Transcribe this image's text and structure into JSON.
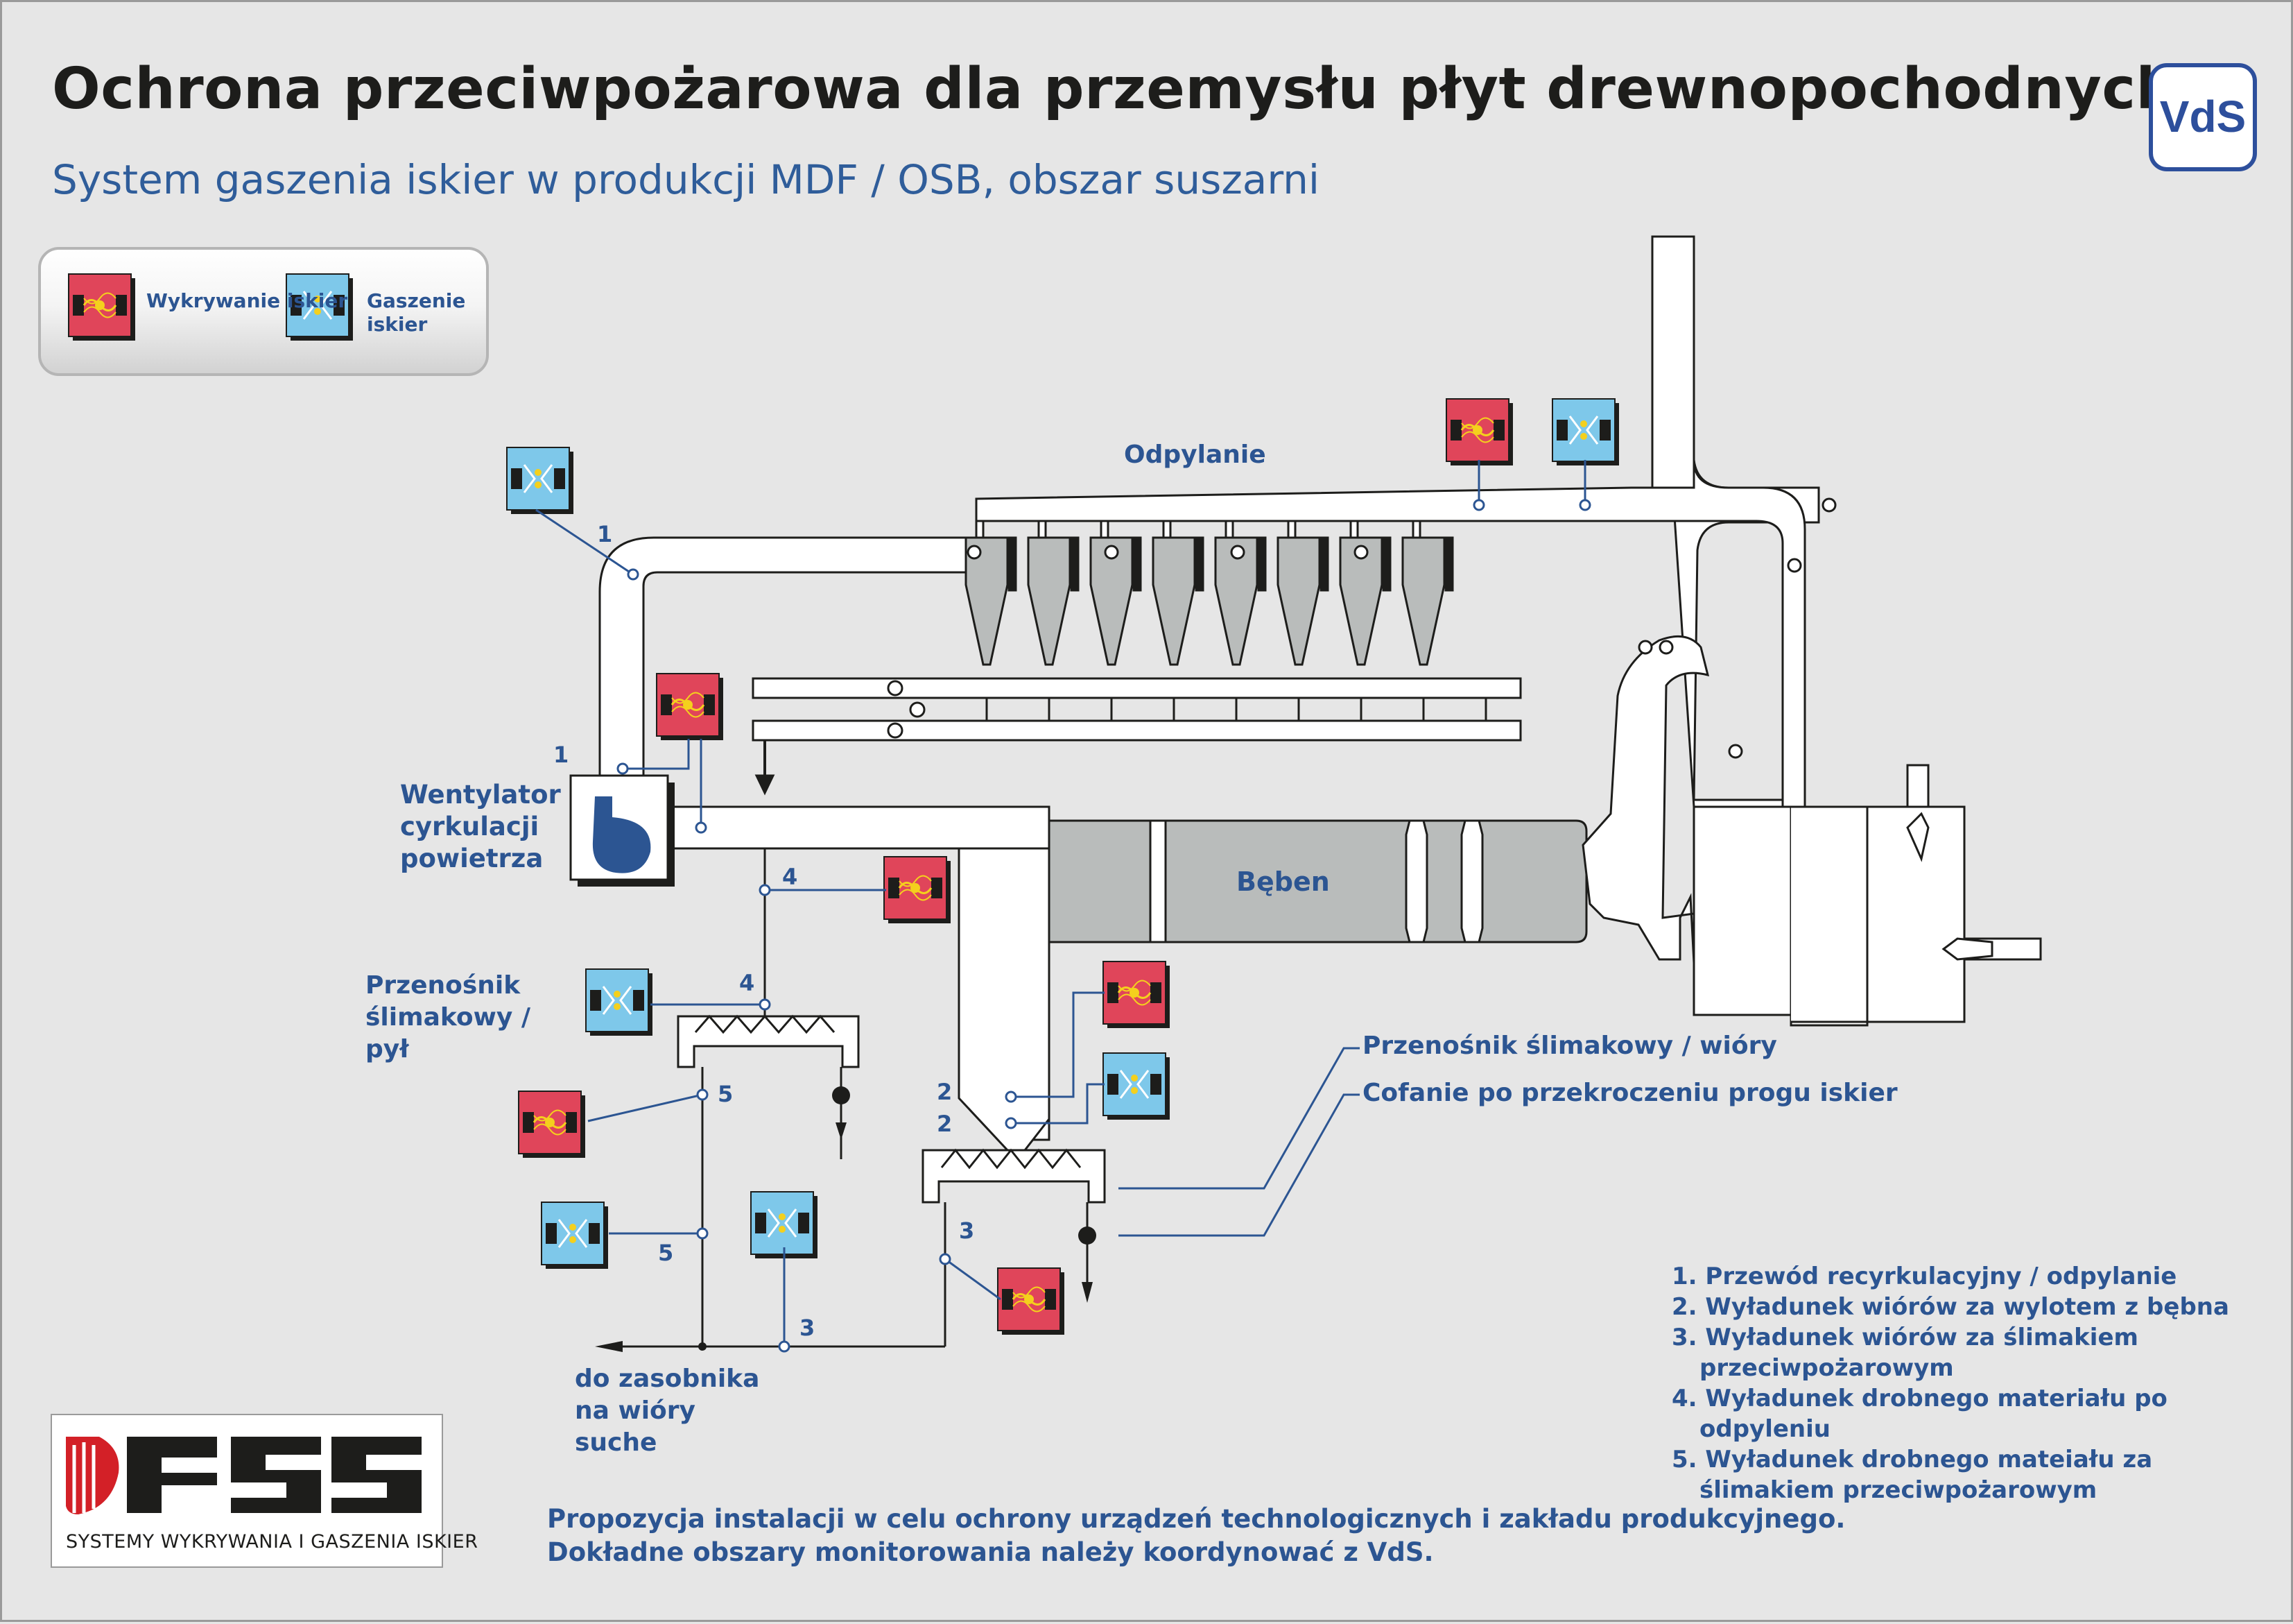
{
  "header": {
    "title": "Ochrona przeciwpożarowa dla przemysłu płyt drewnopochodnych",
    "subtitle": "System gaszenia iskier w produkcji MDF / OSB, obszar suszarni",
    "badge": "VdS"
  },
  "legend": {
    "detection": "Wykrywanie iskier",
    "extinguishing": "Gaszenie iskier"
  },
  "labels": {
    "dedusting": "Odpylanie",
    "fan": "Wentylator cyrkulacji powietrza",
    "drum": "Bęben",
    "screw_dust": "Przenośnik ślimakowy / pył",
    "screw_chips": "Przenośnik ślimakowy / wióry",
    "reversal": "Cofanie po przekroczeniu progu iskier",
    "to_silo": "do zasobnika na wióry suche"
  },
  "numbers": [
    "1",
    "1",
    "2",
    "2",
    "3",
    "3",
    "4",
    "4",
    "5",
    "5"
  ],
  "notes": [
    "1. Przewód recyrkulacyjny / odpylanie",
    "2. Wyładunek wiórów za wylotem z bębna",
    "3. Wyładunek wiórów za ślimakiem przeciwpożarowym",
    "4. Wyładunek drobnego materiału po odpyleniu",
    "5. Wyładunek drobnego mateiału za ślimakiem przeciwpożarowym"
  ],
  "footer": [
    "Propozycja instalacji w celu ochrony urządzeń technologicznych i zakładu produkcyjnego.",
    "Dokładne obszary monitorowania należy koordynować z VdS."
  ],
  "logo": {
    "brand": "FSS",
    "caption": "SYSTEMY WYKRYWANIA I GASZENIA ISKIER"
  },
  "colors": {
    "detection": "#e0455a",
    "extinguishing": "#7ec8ea",
    "label_blue": "#2c5592",
    "drum_gray": "#b9bcbb"
  }
}
